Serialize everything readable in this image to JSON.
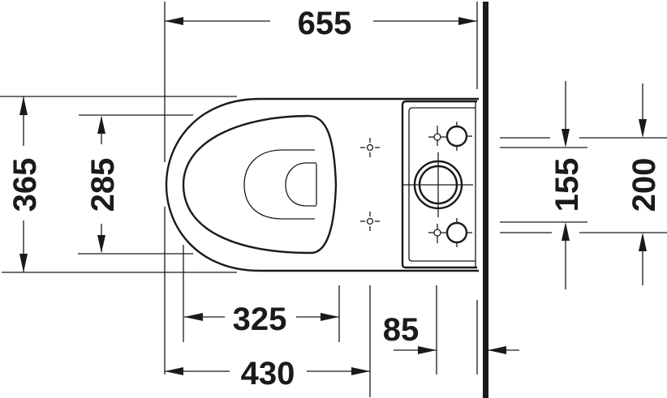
{
  "drawing": {
    "title": "Toilet top view dimension drawing",
    "units": "mm",
    "colors": {
      "line": "#1a1a1a",
      "background": "#ffffff"
    }
  },
  "dimensions": {
    "overall_length": {
      "label": "655",
      "orientation": "horizontal",
      "position": "top"
    },
    "overall_width": {
      "label": "365",
      "orientation": "vertical",
      "position": "left-outer"
    },
    "seat_width": {
      "label": "285",
      "orientation": "vertical",
      "position": "left-inner"
    },
    "bowl_front_to_seat_hinge": {
      "label": "325",
      "orientation": "horizontal",
      "position": "bottom-upper"
    },
    "front_to_hinge_axis": {
      "label": "430",
      "orientation": "horizontal",
      "position": "bottom-lower"
    },
    "tank_offset": {
      "label": "85",
      "orientation": "horizontal",
      "position": "bottom-right"
    },
    "fixing_hole_spacing_inner": {
      "label": "155",
      "orientation": "vertical",
      "position": "right-inner"
    },
    "fixing_hole_spacing_outer": {
      "label": "200",
      "orientation": "vertical",
      "position": "right-outer"
    }
  },
  "elements": {
    "wall": "wall-line",
    "bowl": "bowl-outline",
    "seat": "seat-outline",
    "tank": "cistern-outline",
    "flush_button": "flush-button-circle",
    "fixing_points": [
      "fixing-point-top",
      "fixing-point-bottom"
    ]
  }
}
